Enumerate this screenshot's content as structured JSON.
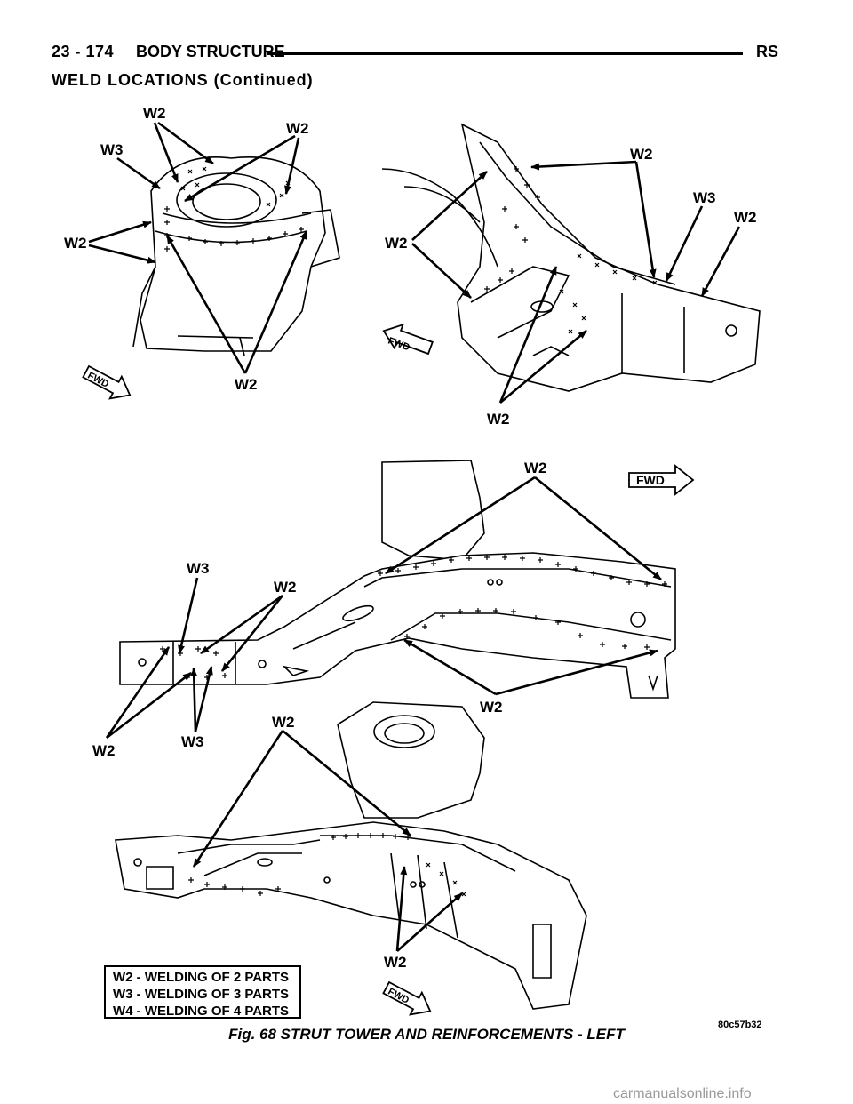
{
  "header": {
    "page_number": "23 - 174",
    "title": "BODY STRUCTURE",
    "code": "RS"
  },
  "section": {
    "title": "WELD LOCATIONS (Continued)"
  },
  "figure": {
    "callouts": {
      "w2": "W2",
      "w3": "W3",
      "fwd": "FWD"
    },
    "legend": [
      "W2 - WELDING OF 2 PARTS",
      "W3 - WELDING OF 3 PARTS",
      "W4 - WELDING OF 4 PARTS"
    ],
    "caption": "Fig. 68 STRUT TOWER AND REINFORCEMENTS - LEFT",
    "figure_code": "80c57b32"
  },
  "watermark": "carmanualsonline.info"
}
